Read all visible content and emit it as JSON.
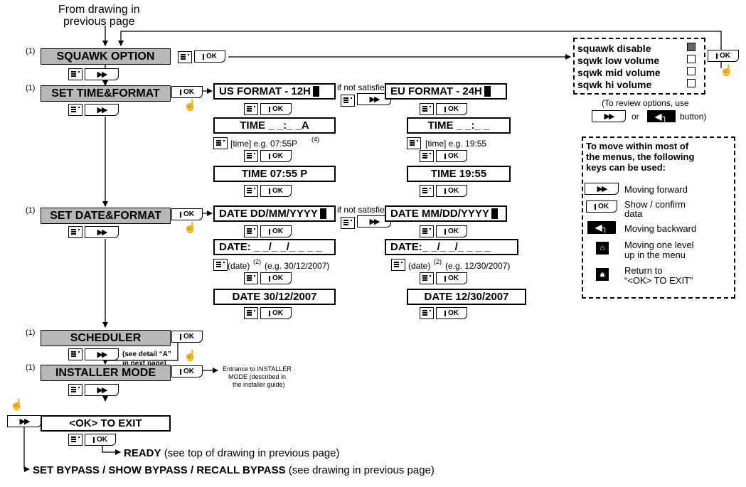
{
  "intro": {
    "line1": "From drawing in",
    "line2": "previous page"
  },
  "footnotes": {
    "n1": "(1)",
    "n2": "(2)",
    "n4": "(4)"
  },
  "menus": {
    "squawk": "SQUAWK OPTION",
    "time": "SET TIME&FORMAT",
    "date": "SET DATE&FORMAT",
    "scheduler": "SCHEDULER",
    "installer": "INSTALLER MODE",
    "exit": "<OK> TO EXIT"
  },
  "keys": {
    "ok": "OK",
    "next": "▶▶",
    "back": "◀┐"
  },
  "time_flow": {
    "us_format": "US FORMAT - 12H",
    "eu_format": "EU FORMAT - 24H",
    "if_not_satisfied": "if not satisfied",
    "us_prompt": "TIME _ _:_ _A",
    "eu_prompt": "TIME _ _:_ _",
    "us_hint": "[time] e.g. 07:55P",
    "eu_hint": "[time] e.g. 19:55",
    "us_result": "TIME 07:55 P",
    "eu_result": "TIME 19:55"
  },
  "date_flow": {
    "eu_format": "DATE DD/MM/YYYY",
    "us_format": "DATE MM/DD/YYYY",
    "if_not_satisfied": "if not satisfied",
    "eu_prompt": "DATE: _ _/_ _/_ _ _ _",
    "us_prompt": "DATE:_ _/_ _/_ _ _ _",
    "eu_hint_a": "(date)",
    "eu_hint_b": "(e.g. 30/12/2007)",
    "us_hint_a": "(date)",
    "us_hint_b": "(e.g. 12/30/2007)",
    "eu_result": "DATE 30/12/2007",
    "us_result": "DATE 12/30/2007"
  },
  "scheduler_note": {
    "line1": "(see detail “A”",
    "line2": "in next page)"
  },
  "installer_note": {
    "line1": "Entrance to INSTALLER",
    "line2": "MODE (described in",
    "line3": "the installer guide)"
  },
  "ready": {
    "label": "READY",
    "note": "(see top of drawing in previous page)"
  },
  "bypass": {
    "label": "SET BYPASS / SHOW BYPASS / RECALL BYPASS",
    "note": "(see drawing in previous page)"
  },
  "squawk_options": [
    {
      "label": "squawk disable",
      "selected": true
    },
    {
      "label": "sqwk low volume",
      "selected": false
    },
    {
      "label": "sqwk mid volume",
      "selected": false
    },
    {
      "label": "sqwk hi volume",
      "selected": false
    }
  ],
  "review": {
    "line1": "(To review options, use",
    "or": "or",
    "button": "button)"
  },
  "legend": {
    "title1": "To move within most of",
    "title2": "the menus, the following",
    "title3": "keys can be used:",
    "items": [
      {
        "text1": "Moving forward",
        "text2": ""
      },
      {
        "text1": "Show / confirm",
        "text2": "data"
      },
      {
        "text1": "Moving backward",
        "text2": ""
      },
      {
        "text1": "Moving one level",
        "text2": "up in the menu"
      },
      {
        "text1": "Return to",
        "text2": "“<OK> TO EXIT”"
      }
    ]
  }
}
